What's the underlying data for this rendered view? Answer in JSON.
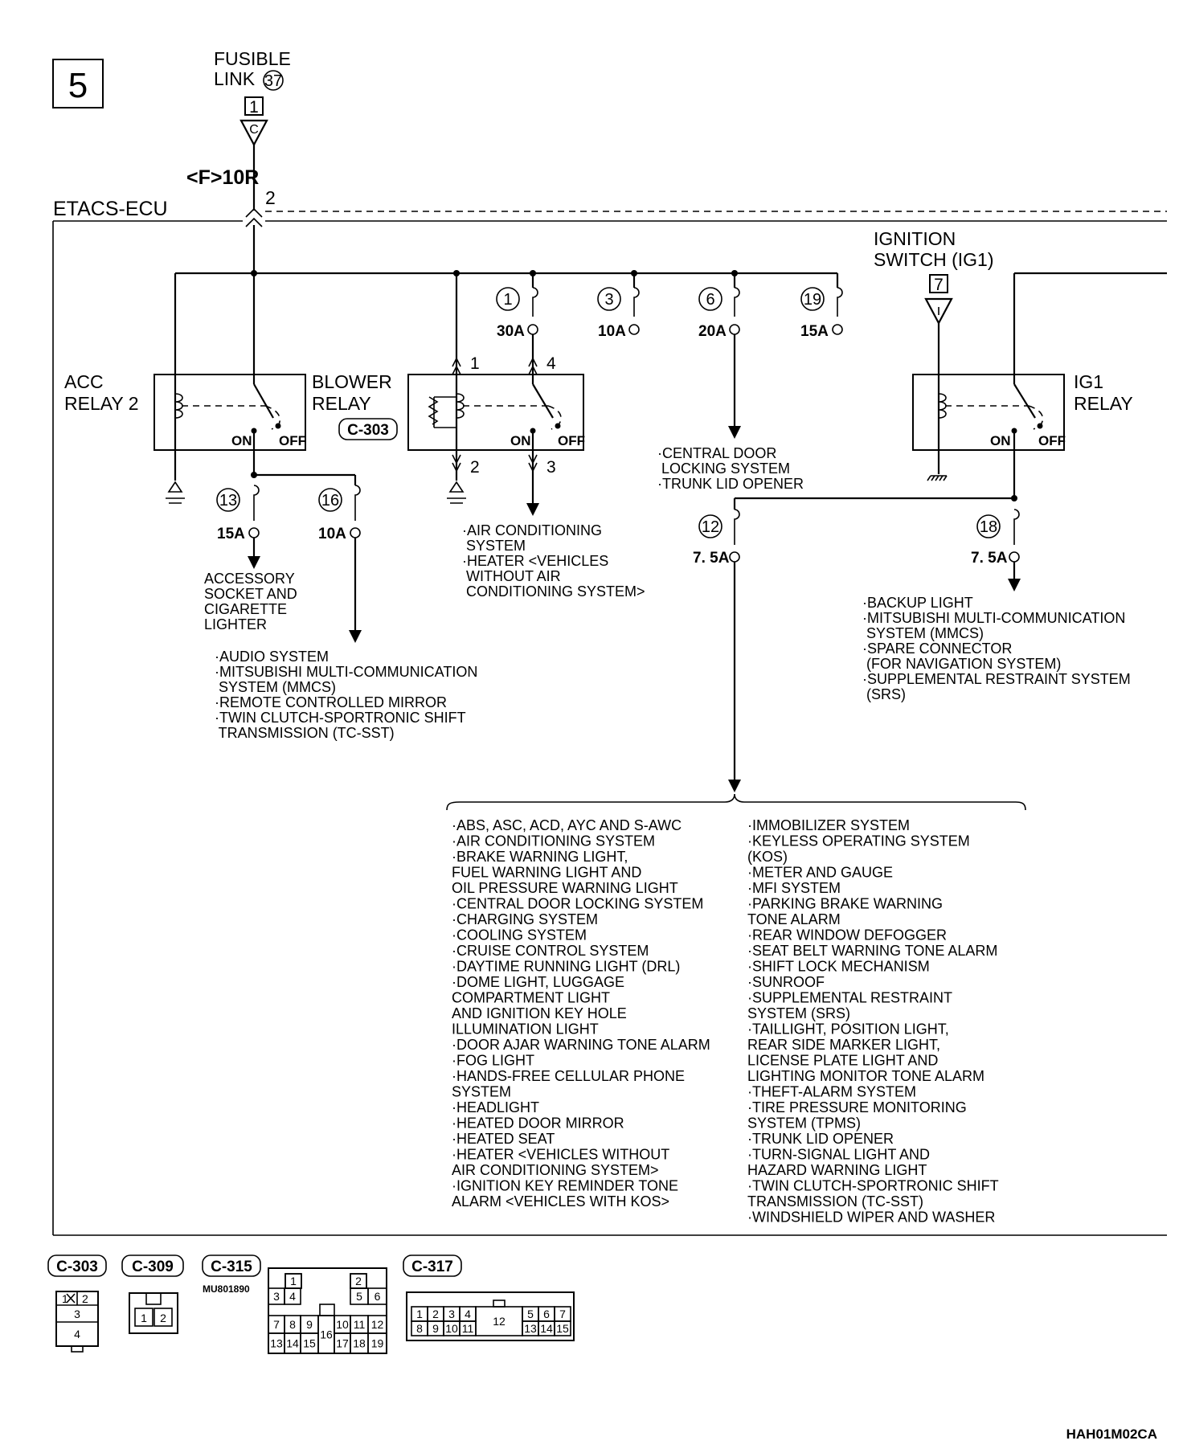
{
  "page_number": "5",
  "fusible_link": {
    "title": "FUSIBLE",
    "title2": "LINK",
    "number": "37",
    "pin": "1",
    "conn_letter": "C"
  },
  "wire_code": "<F>10R",
  "ecu_pin": "2",
  "ecu_label": "ETACS-ECU",
  "ignition_switch": {
    "line1": "IGNITION",
    "line2": "SWITCH (IG1)",
    "pin": "7"
  },
  "fuses": [
    {
      "num": "1",
      "amp": "30A"
    },
    {
      "num": "3",
      "amp": "10A"
    },
    {
      "num": "6",
      "amp": "20A"
    },
    {
      "num": "19",
      "amp": "15A"
    },
    {
      "num": "13",
      "amp": "15A"
    },
    {
      "num": "16",
      "amp": "10A"
    },
    {
      "num": "12",
      "amp": "7. 5A"
    },
    {
      "num": "18",
      "amp": "7. 5A"
    }
  ],
  "relays": {
    "acc": {
      "line1": "ACC",
      "line2": "RELAY 2",
      "on": "ON",
      "off": "OFF"
    },
    "blower": {
      "line1": "BLOWER",
      "line2": "RELAY",
      "connector": "C-303",
      "on": "ON",
      "off": "OFF",
      "pins": [
        "1",
        "4",
        "2",
        "3"
      ]
    },
    "ig1": {
      "line1": "IG1",
      "line2": "RELAY",
      "on": "ON",
      "off": "OFF"
    }
  },
  "destinations": {
    "acc_socket": [
      "ACCESSORY",
      "SOCKET AND",
      "CIGARETTE",
      "LIGHTER"
    ],
    "audio": [
      "·AUDIO SYSTEM",
      "·MITSUBISHI MULTI-COMMUNICATION",
      " SYSTEM (MMCS)",
      "·REMOTE CONTROLLED MIRROR",
      "·TWIN CLUTCH-SPORTRONIC SHIFT",
      " TRANSMISSION (TC-SST)"
    ],
    "air_cond": [
      "·AIR CONDITIONING",
      " SYSTEM",
      "·HEATER <VEHICLES",
      " WITHOUT AIR",
      " CONDITIONING SYSTEM>"
    ],
    "central_door": [
      "·CENTRAL DOOR",
      " LOCKING SYSTEM",
      "·TRUNK LID OPENER"
    ],
    "backup": [
      "·BACKUP LIGHT",
      "·MITSUBISHI MULTI-COMMUNICATION",
      " SYSTEM (MMCS)",
      "·SPARE CONNECTOR",
      " (FOR NAVIGATION SYSTEM)",
      "·SUPPLEMENTAL RESTRAINT SYSTEM",
      " (SRS)"
    ]
  },
  "systems_left": [
    "·ABS, ASC, ACD, AYC AND S-AWC",
    "·AIR CONDITIONING SYSTEM",
    "·BRAKE WARNING LIGHT,",
    " FUEL WARNING LIGHT AND",
    " OIL PRESSURE WARNING LIGHT",
    "·CENTRAL DOOR LOCKING SYSTEM",
    "·CHARGING SYSTEM",
    "·COOLING SYSTEM",
    "·CRUISE CONTROL SYSTEM",
    "·DAYTIME RUNNING LIGHT (DRL)",
    "·DOME LIGHT, LUGGAGE",
    " COMPARTMENT LIGHT",
    " AND IGNITION KEY HOLE",
    " ILLUMINATION LIGHT",
    "·DOOR AJAR WARNING TONE ALARM",
    "·FOG LIGHT",
    "·HANDS-FREE CELLULAR PHONE",
    " SYSTEM",
    "·HEADLIGHT",
    "·HEATED DOOR MIRROR",
    "·HEATED SEAT",
    "·HEATER <VEHICLES WITHOUT",
    " AIR CONDITIONING SYSTEM>",
    "·IGNITION KEY REMINDER TONE",
    " ALARM <VEHICLES WITH KOS>"
  ],
  "systems_right": [
    "·IMMOBILIZER SYSTEM",
    "·KEYLESS OPERATING SYSTEM",
    " (KOS)",
    "·METER AND GAUGE",
    "·MFI SYSTEM",
    "·PARKING BRAKE WARNING",
    " TONE ALARM",
    "·REAR WINDOW DEFOGGER",
    "·SEAT BELT WARNING TONE ALARM",
    "·SHIFT LOCK MECHANISM",
    "·SUNROOF",
    "·SUPPLEMENTAL RESTRAINT",
    " SYSTEM (SRS)",
    "·TAILLIGHT, POSITION LIGHT,",
    " REAR SIDE MARKER LIGHT,",
    " LICENSE PLATE LIGHT AND",
    " LIGHTING MONITOR TONE ALARM",
    "·THEFT-ALARM SYSTEM",
    "·TIRE PRESSURE MONITORING",
    " SYSTEM (TPMS)",
    "·TRUNK LID OPENER",
    "·TURN-SIGNAL LIGHT AND",
    " HAZARD WARNING LIGHT",
    "·TWIN CLUTCH-SPORTRONIC SHIFT",
    " TRANSMISSION (TC-SST)",
    "·WINDSHIELD WIPER AND WASHER"
  ],
  "connectors": {
    "c303": {
      "label": "C-303",
      "pins": [
        "1",
        "2",
        "3",
        "4"
      ]
    },
    "c309": {
      "label": "C-309",
      "pins": [
        "1",
        "2"
      ]
    },
    "c315": {
      "label": "C-315",
      "part": "MU801890",
      "pins": [
        "1",
        "2",
        "3",
        "4",
        "5",
        "6",
        "7",
        "8",
        "9",
        "10",
        "11",
        "12",
        "13",
        "14",
        "15",
        "16",
        "17",
        "18",
        "19"
      ]
    },
    "c317": {
      "label": "C-317",
      "pins": [
        "1",
        "2",
        "3",
        "4",
        "5",
        "6",
        "7",
        "8",
        "9",
        "10",
        "11",
        "12",
        "13",
        "14",
        "15"
      ]
    }
  },
  "figure_code": "HAH01M02CA"
}
